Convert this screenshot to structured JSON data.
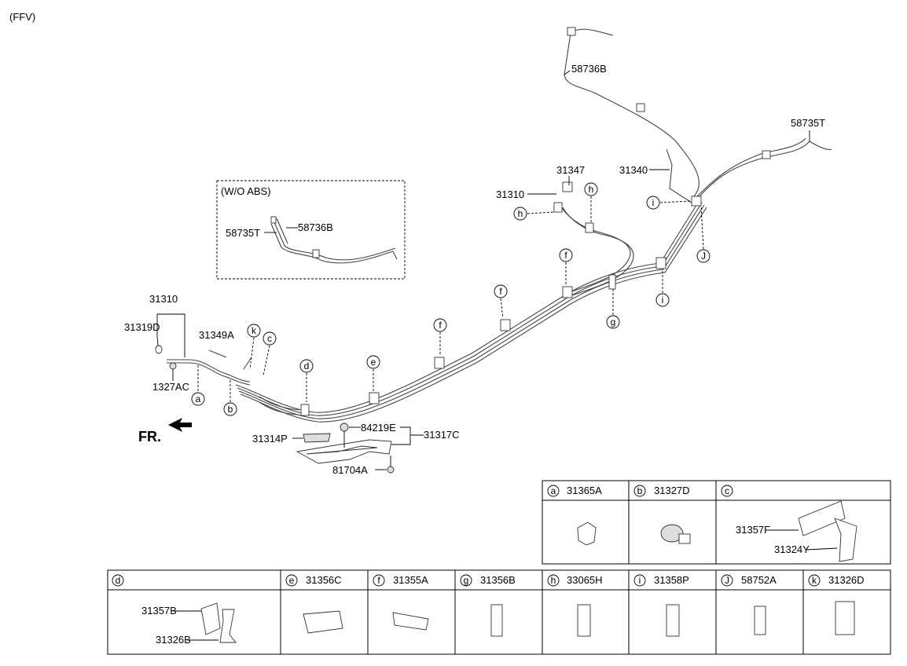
{
  "variant": "(FFV)",
  "inset": {
    "title": "(W/O ABS)",
    "labels": [
      "58735T",
      "58736B"
    ]
  },
  "front_label": "FR.",
  "labels": {
    "p58736B": "58736B",
    "p58735T": "58735T",
    "p31347": "31347",
    "p31340": "31340",
    "p31310_top": "31310",
    "p31310_left": "31310",
    "p31319D": "31319D",
    "p31349A": "31349A",
    "p1327AC": "1327AC",
    "p31314P": "31314P",
    "p84219E": "84219E",
    "p31317C": "31317C",
    "p81704A": "81704A"
  },
  "callouts": [
    "a",
    "b",
    "k",
    "c",
    "d",
    "e",
    "f",
    "f",
    "f",
    "h",
    "h",
    "i",
    "i",
    "J",
    "g"
  ],
  "parts_table": {
    "row1": [
      {
        "letter": "a",
        "part": "31365A"
      },
      {
        "letter": "b",
        "part": "31327D"
      },
      {
        "letter": "c",
        "part": "",
        "sub": [
          "31357F",
          "31324Y"
        ]
      }
    ],
    "row2": [
      {
        "letter": "d",
        "part": "",
        "sub": [
          "31357B",
          "31326B"
        ]
      },
      {
        "letter": "e",
        "part": "31356C"
      },
      {
        "letter": "f",
        "part": "31355A"
      },
      {
        "letter": "g",
        "part": "31356B"
      },
      {
        "letter": "h",
        "part": "33065H"
      },
      {
        "letter": "i",
        "part": "31358P"
      },
      {
        "letter": "J",
        "part": "58752A"
      },
      {
        "letter": "k",
        "part": "31326D"
      }
    ]
  }
}
